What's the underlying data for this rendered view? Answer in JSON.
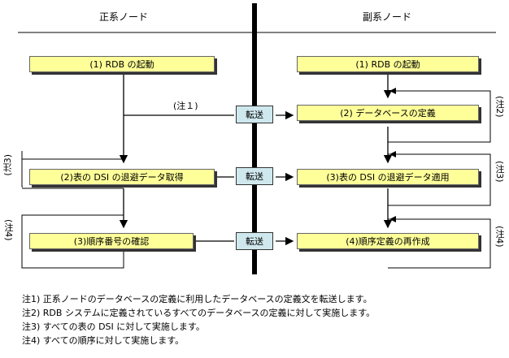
{
  "headers": {
    "left": "正系ノード",
    "right": "副系ノード"
  },
  "primary": {
    "step1": "(1) RDB の起動",
    "step2": "(2)表の DSI の退避データ取得",
    "step3": "(3)順序番号の確認"
  },
  "secondary": {
    "step1": "(1) RDB の起動",
    "step2": "(2) データベースの定義",
    "step3": "(3)表の DSI の退避データ適用",
    "step4": "(4)順序定義の再作成"
  },
  "transfer_label": "転送",
  "notes": {
    "n1": "(注１)",
    "n2_side": "(注2)",
    "n3_side": "(注3)",
    "n3_left": "(注3)",
    "n4_left": "(注4)",
    "n4_side": "(注4)"
  },
  "footnotes": [
    "注1) 正系ノードのデータベースの定義に利用したデータベースの定義文を転送します。",
    "注2) RDB システムに定義されているすべてのデータベースの定義に対して実施します。",
    "注3) すべての表の DSI に対して実施します。",
    "注4) すべての順序に対して実施します。"
  ]
}
